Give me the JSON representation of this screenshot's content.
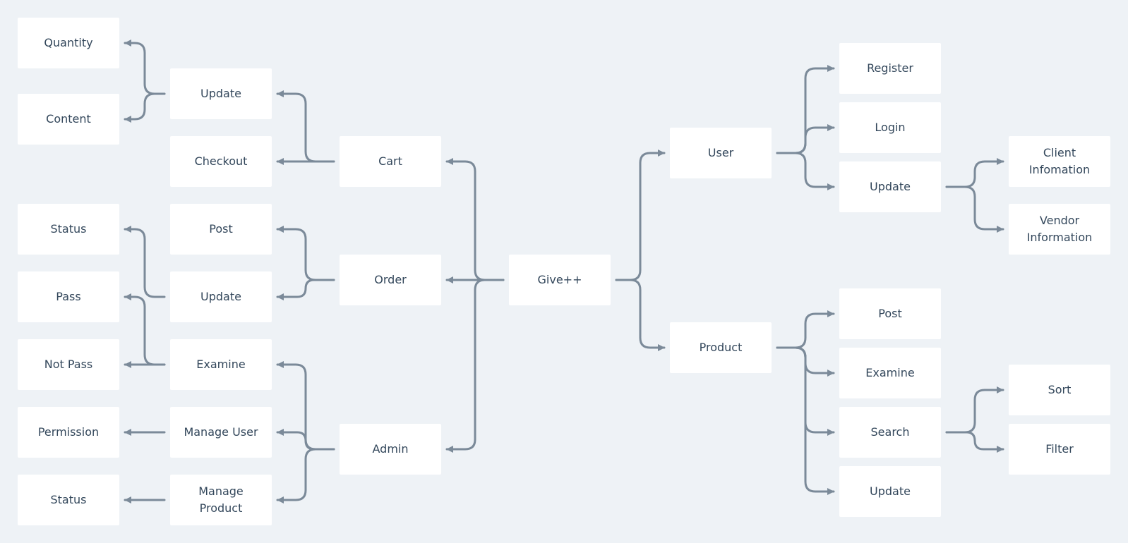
{
  "palette": {
    "background": "#eef2f6",
    "node": "#ffffff",
    "text": "#33475b",
    "connector": "#7b8a99"
  },
  "nodes": {
    "quantity": "Quantity",
    "content": "Content",
    "cart_update": "Update",
    "checkout": "Checkout",
    "cart": "Cart",
    "order_status": "Status",
    "order_post": "Post",
    "order_update": "Update",
    "order": "Order",
    "pass": "Pass",
    "not_pass": "Not Pass",
    "examine": "Examine",
    "permission": "Permission",
    "manage_user": "Manage User",
    "admin": "Admin",
    "product_status": "Status",
    "manage_product": "Manage\nProduct",
    "root": "Give++",
    "user": "User",
    "register": "Register",
    "login": "Login",
    "user_update": "Update",
    "client_info": "Client\nInfomation",
    "vendor_info": "Vendor\nInformation",
    "product": "Product",
    "product_post": "Post",
    "product_examine": "Examine",
    "search": "Search",
    "product_update": "Update",
    "sort": "Sort",
    "filter": "Filter"
  },
  "edges": [
    [
      "root",
      "cart"
    ],
    [
      "root",
      "order"
    ],
    [
      "root",
      "admin"
    ],
    [
      "root",
      "user"
    ],
    [
      "root",
      "product"
    ],
    [
      "cart",
      "cart_update"
    ],
    [
      "cart",
      "checkout"
    ],
    [
      "cart_update",
      "quantity"
    ],
    [
      "cart_update",
      "content"
    ],
    [
      "order",
      "order_post"
    ],
    [
      "order",
      "order_update"
    ],
    [
      "order_update",
      "order_status"
    ],
    [
      "admin",
      "examine"
    ],
    [
      "admin",
      "manage_user"
    ],
    [
      "admin",
      "manage_product"
    ],
    [
      "examine",
      "pass"
    ],
    [
      "examine",
      "not_pass"
    ],
    [
      "manage_user",
      "permission"
    ],
    [
      "manage_product",
      "product_status"
    ],
    [
      "user",
      "register"
    ],
    [
      "user",
      "login"
    ],
    [
      "user",
      "user_update"
    ],
    [
      "user_update",
      "client_info"
    ],
    [
      "user_update",
      "vendor_info"
    ],
    [
      "product",
      "product_post"
    ],
    [
      "product",
      "product_examine"
    ],
    [
      "product",
      "search"
    ],
    [
      "product",
      "product_update"
    ],
    [
      "search",
      "sort"
    ],
    [
      "search",
      "filter"
    ]
  ]
}
